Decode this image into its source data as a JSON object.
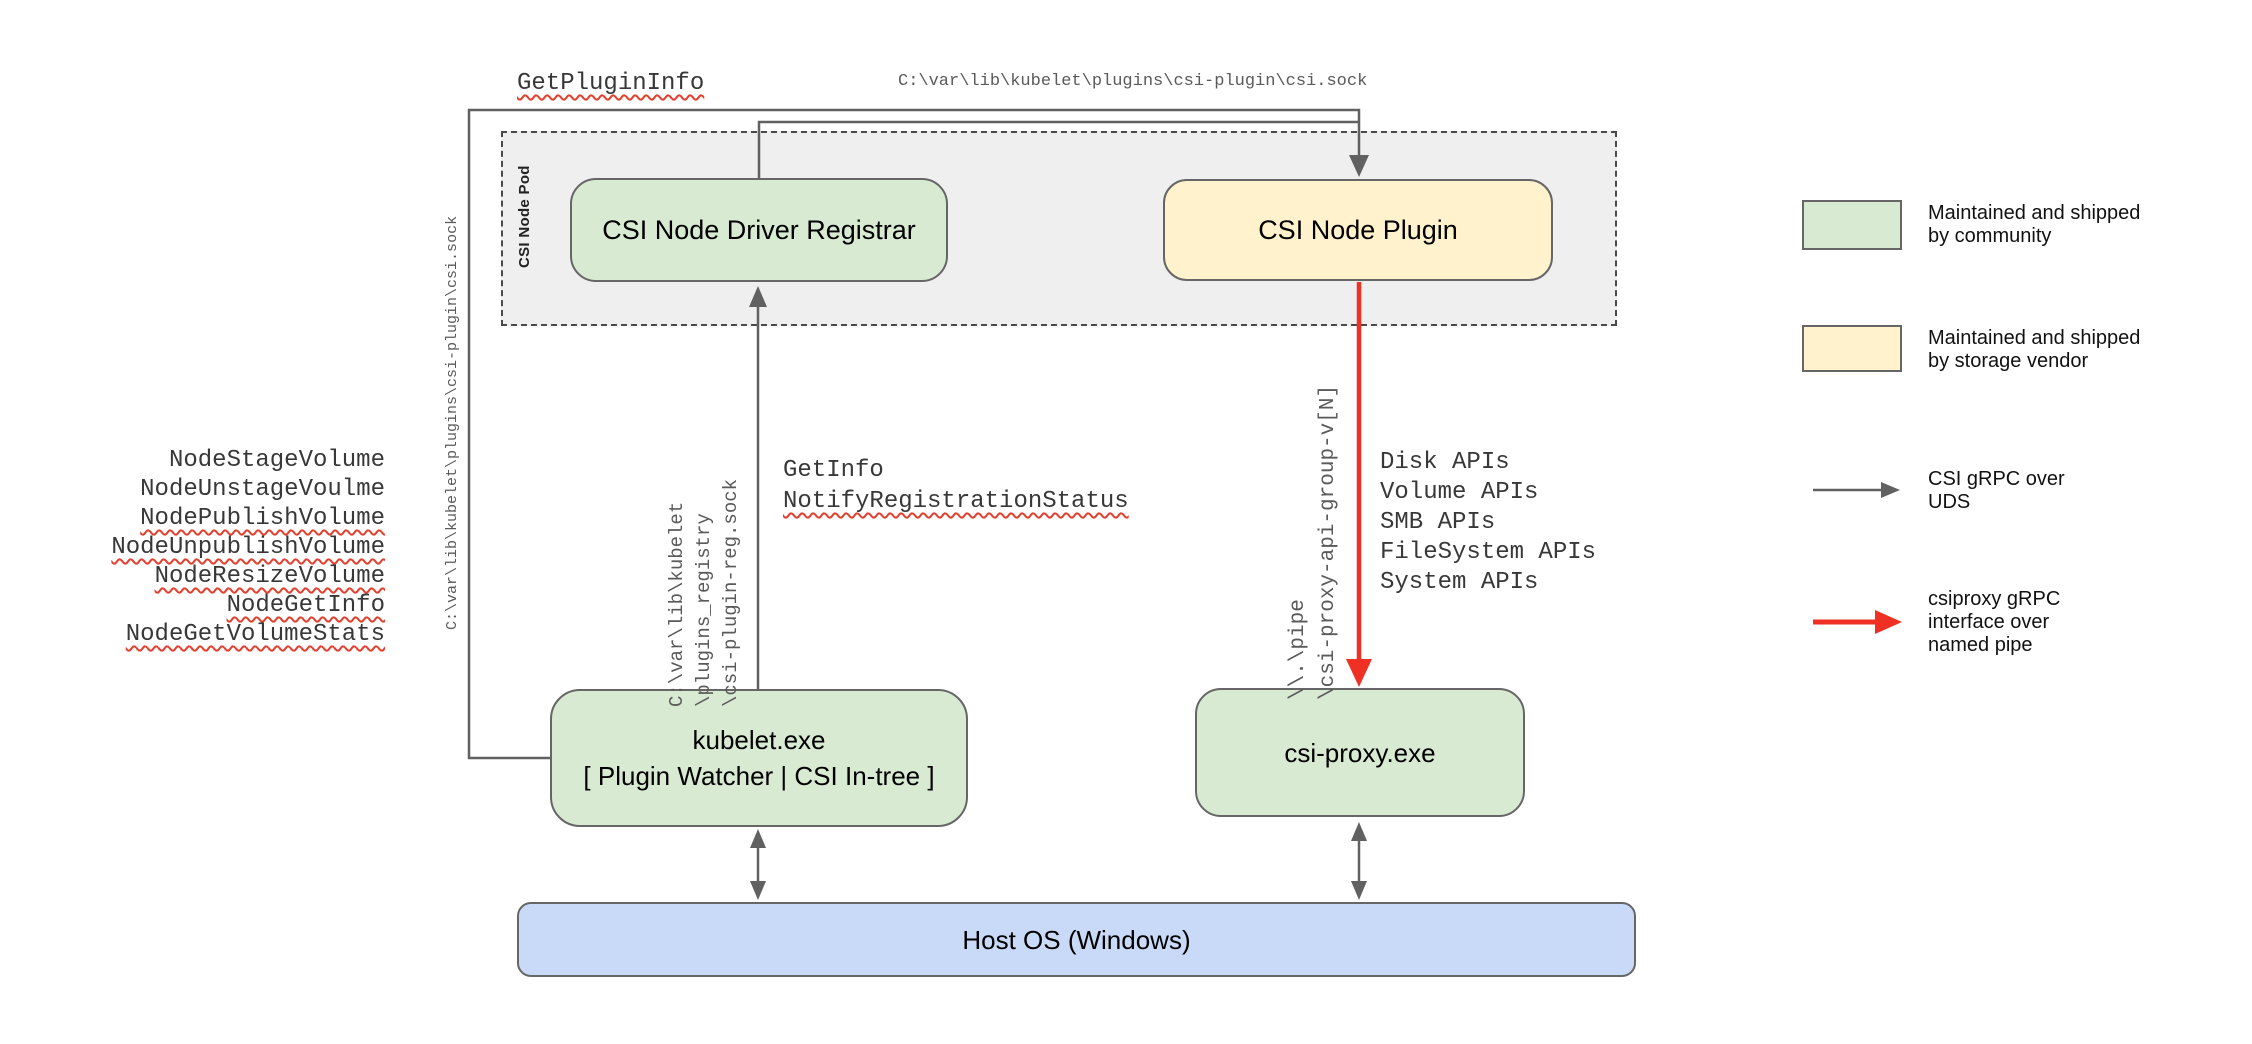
{
  "top": {
    "get_plugin_info": "GetPluginInfo"
  },
  "paths": {
    "csi_sock": "C:\\var\\lib\\kubelet\\plugins\\csi-plugin\\csi.sock",
    "registration_sock": "C:\\var\\lib\\kubelet\n\\plugins_registry\n\\csi-plugin-reg.sock",
    "named_pipe": "\\\\.\\pipe\n\\csi-proxy-api-group-v[N]"
  },
  "left_panel": {
    "node_calls": [
      "NodeStageVolume",
      "NodeUnstageVoulme",
      "NodePublishVolume",
      "NodeUnpublishVolume",
      "NodeResizeVolume",
      "NodeGetInfo",
      "NodeGetVolumeStats"
    ]
  },
  "mid": {
    "get_info": "GetInfo",
    "notify": "NotifyRegistrationStatus"
  },
  "api_calls": [
    "Disk APIs",
    "Volume APIs",
    "SMB APIs",
    "FileSystem APIs",
    "System APIs"
  ],
  "pod": {
    "label": "CSI Node Pod",
    "registrar": "CSI Node Driver Registrar",
    "plugin": "CSI Node Plugin"
  },
  "nodes": {
    "kubelet_line1": "kubelet.exe",
    "kubelet_line2": "[ Plugin Watcher | CSI In-tree ]",
    "csi_proxy": "csi-proxy.exe",
    "host_os": "Host OS (Windows)"
  },
  "legend": {
    "community": "Maintained and shipped\nby community",
    "vendor": "Maintained and shipped\nby storage vendor",
    "uds": "CSI gRPC over\nUDS",
    "pipe": "csiproxy gRPC\ninterface over\nnamed pipe"
  },
  "colors": {
    "community_green": "#d9ead3",
    "vendor_yellow": "#fff2cc",
    "host_blue": "#c9daf8",
    "pod_gray": "#efefef",
    "line_gray": "#616161",
    "pipe_red": "#ee3124"
  }
}
